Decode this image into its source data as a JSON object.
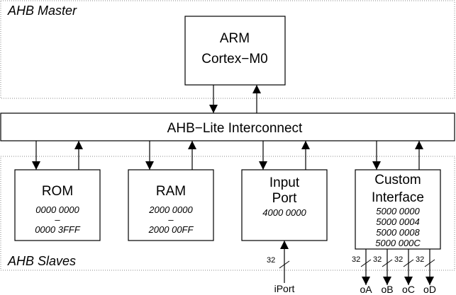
{
  "regions": {
    "master": "AHB Master",
    "slaves": "AHB Slaves"
  },
  "cpu": {
    "line1": "ARM",
    "line2": "Cortex−M0"
  },
  "interconnect": "AHB−Lite Interconnect",
  "rom": {
    "title": "ROM",
    "start": "0000 0000",
    "dash": "–",
    "end": "0000 3FFF"
  },
  "ram": {
    "title": "RAM",
    "start": "2000 0000",
    "dash": "–",
    "end": "2000 00FF"
  },
  "input_port": {
    "title_line1": "Input",
    "title_line2": "Port",
    "address": "4000 0000"
  },
  "custom": {
    "title_line1": "Custom",
    "title_line2": "Interface",
    "addresses": [
      "5000 0000",
      "5000 0004",
      "5000 0008",
      "5000 000C"
    ]
  },
  "bus_width": "32",
  "iport": "iPort",
  "outputs": [
    "oA",
    "oB",
    "oC",
    "oD"
  ]
}
